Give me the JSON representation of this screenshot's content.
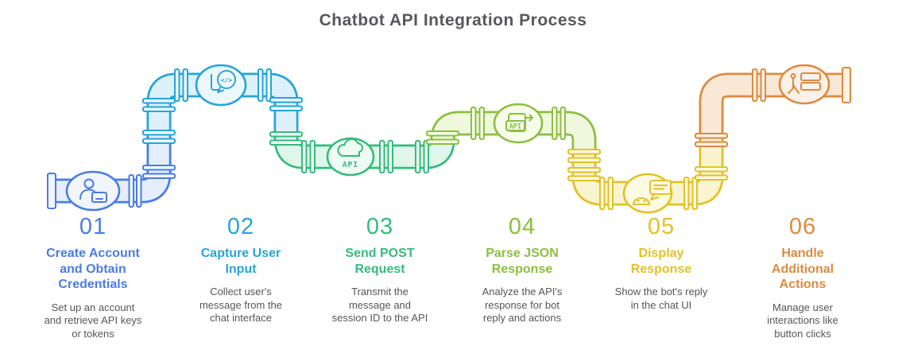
{
  "title": "Chatbot API Integration Process",
  "colors": {
    "title_text": "#57585C",
    "description_text": "#55565A",
    "step1": "#4A7CE1",
    "step2": "#29A4D6",
    "step3": "#35BB7D",
    "step4": "#8CBF3F",
    "step5": "#E2C127",
    "step6": "#DC8B40"
  },
  "steps": [
    {
      "number": "01",
      "title": "Create Account\nand Obtain\nCredentials",
      "description": "Set up an account\nand retrieve API keys\nor tokens",
      "color": "#4A7CE1",
      "icon": "person-credentials-icon",
      "icon_label": ""
    },
    {
      "number": "02",
      "title": "Capture User\nInput",
      "description": "Collect user's\nmessage from the\nchat interface",
      "color": "#29A4D6",
      "icon": "chat-code-bubble-icon",
      "icon_label": "</>"
    },
    {
      "number": "03",
      "title": "Send POST\nRequest",
      "description": "Transmit the\nmessage and\nsession ID to the API",
      "color": "#35BB7D",
      "icon": "cloud-api-icon",
      "icon_label": "API"
    },
    {
      "number": "04",
      "title": "Parse JSON\nResponse",
      "description": "Analyze the API's\nresponse for bot\nreply and actions",
      "color": "#8CBF3F",
      "icon": "api-document-icon",
      "icon_label": "API"
    },
    {
      "number": "05",
      "title": "Display\nResponse",
      "description": "Show the bot's reply\nin the chat UI",
      "color": "#E2C127",
      "icon": "bot-reply-icon",
      "icon_label": ""
    },
    {
      "number": "06",
      "title": "Handle\nAdditional\nActions",
      "description": "Manage user\ninteractions like\nbutton clicks",
      "color": "#DC8B40",
      "icon": "button-click-icon",
      "icon_label": ""
    }
  ]
}
